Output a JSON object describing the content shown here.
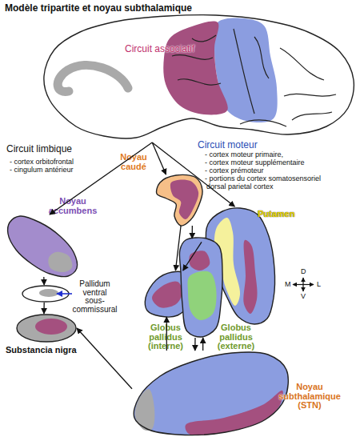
{
  "diagram": {
    "title": "Modèle tripartite et noyau subthalamique",
    "nodes": [
      {
        "text": [
          "Circuit associatif"
        ]
      },
      {
        "text": [
          "Noyau caudé"
        ]
      },
      {
        "text": [
          "Noyau accumbens"
        ]
      },
      {
        "text": [
          "Pallidum ventral sous-commissural"
        ]
      },
      {
        "text": [
          "Substancia nigra"
        ]
      },
      {
        "text": [
          "Putamen"
        ]
      },
      {
        "text": [
          "Globus pallidus (interne)"
        ]
      },
      {
        "text": [
          "Globus pallidus (externe)"
        ]
      },
      {
        "text": [
          "Noyau subthalamique (STN)"
        ]
      }
    ],
    "edges": [
      {
        "from": 0,
        "to": 2,
        "arrow": "to"
      },
      {
        "from": 0,
        "to": 1,
        "arrow": "to"
      },
      {
        "from": 0,
        "to": 5,
        "arrow": "to"
      },
      {
        "from": 2,
        "to": 3,
        "arrow": "to"
      },
      {
        "from": 3,
        "to": 4,
        "arrow": "to"
      },
      {
        "from": 1,
        "to": 6,
        "arrow": "to"
      },
      {
        "from": 1,
        "to": 7,
        "arrow": "to"
      },
      {
        "from": 5,
        "to": 6,
        "arrow": "to"
      },
      {
        "from": 7,
        "to": 8,
        "arrow": "to"
      },
      {
        "from": 8,
        "to": 7,
        "arrow": "to"
      },
      {
        "from": 8,
        "to": 6,
        "arrow": "to"
      },
      {
        "from": 8,
        "to": 4,
        "arrow": "to"
      }
    ],
    "labels": [
      "Circuit limbique",
      "- cortex orbitofrontal",
      "- cingulum antérieur",
      "Circuit moteur",
      "- cortex moteur primaire,",
      "- cortex moteur supplémentaire",
      "- cortex prémoteur",
      "- portions du cortex somatosensoriel",
      "dorsal parietal cortex",
      "D",
      "M",
      "L",
      "V"
    ]
  }
}
